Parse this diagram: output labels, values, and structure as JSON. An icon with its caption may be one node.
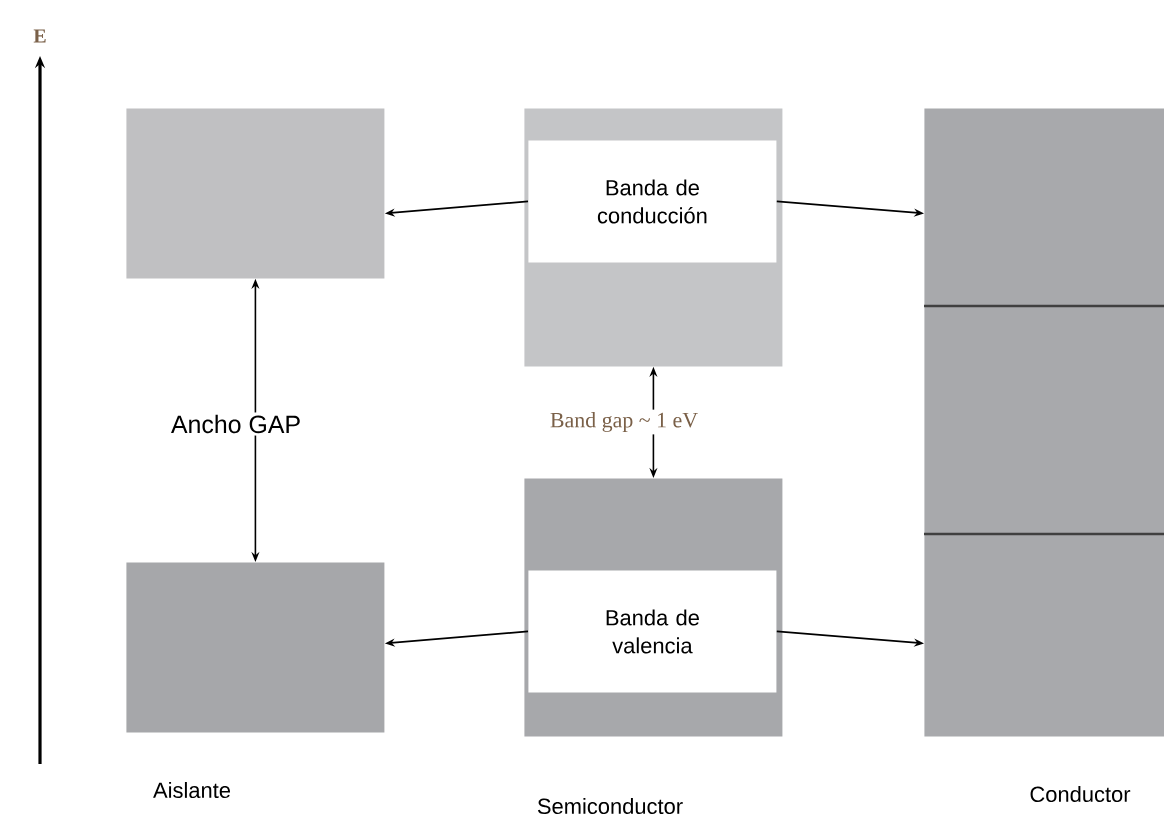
{
  "diagram": {
    "nodes": [
      {
        "text": [],
        "shape": "box"
      },
      {
        "text": [],
        "shape": "box"
      },
      {
        "text": [
          "Ancho GAP"
        ]
      },
      {
        "text": [],
        "shape": "box"
      },
      {
        "text": [
          "Banda de conducción"
        ],
        "in": 3
      },
      {
        "text": [
          "Band gap ~ 1 eV"
        ]
      },
      {
        "text": [],
        "shape": "box"
      },
      {
        "text": [
          "Banda de valencia"
        ],
        "in": 6
      },
      {
        "text": [],
        "shape": "box"
      }
    ],
    "edges": [
      {
        "from": 4,
        "to": 0,
        "arrow": "to"
      },
      {
        "from": 4,
        "to": 8,
        "arrow": "to"
      },
      {
        "from": 2,
        "to": 0,
        "arrow": "to"
      },
      {
        "from": 2,
        "to": 1,
        "arrow": "to"
      },
      {
        "from": 5,
        "to": 3,
        "arrow": "to"
      },
      {
        "from": 5,
        "to": 6,
        "arrow": "to"
      },
      {
        "from": 7,
        "to": 1,
        "arrow": "to"
      },
      {
        "from": 7,
        "to": 8,
        "arrow": "to"
      }
    ],
    "labels": [
      "E",
      "Aislante",
      "Semiconductor",
      "Conductor"
    ]
  }
}
